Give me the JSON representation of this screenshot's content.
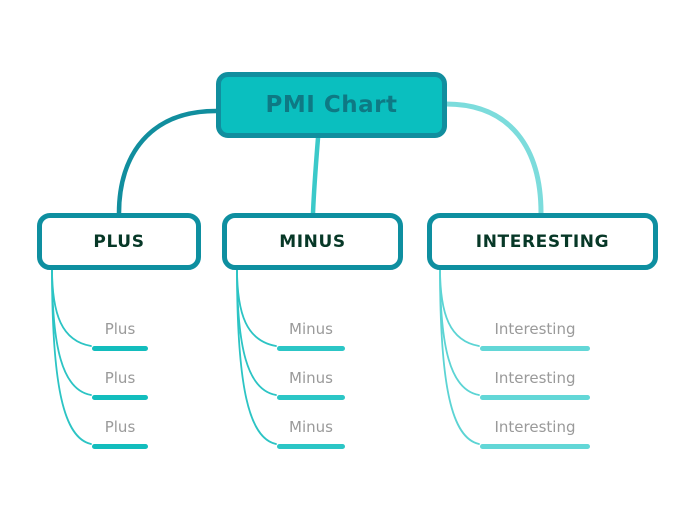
{
  "title": "PMI Chart",
  "root": {
    "label": "PMI Chart"
  },
  "branches": [
    {
      "label": "PLUS",
      "items": [
        "Plus",
        "Plus",
        "Plus"
      ]
    },
    {
      "label": "MINUS",
      "items": [
        "Minus",
        "Minus",
        "Minus"
      ]
    },
    {
      "label": "INTERESTING",
      "items": [
        "Interesting",
        "Interesting",
        "Interesting"
      ]
    }
  ],
  "colors": {
    "root_fill": "#0abfbf",
    "root_border": "#118e9e",
    "root_text": "#0e7984",
    "branch_border": "#0e8fa0",
    "branch_text": "#073827",
    "leaf_text": "#9a9a9a",
    "underline_plus": "#13bdbd",
    "underline_minus": "#2cc6c6",
    "underline_interesting": "#63d7d7",
    "connector_root_plus": "#118e9e",
    "connector_root_minus": "#3bc9c9",
    "connector_root_interesting": "#7cdcdc",
    "connector_leaf": "#2cc4c4",
    "connector_leaf_interesting": "#5cd4d4"
  }
}
